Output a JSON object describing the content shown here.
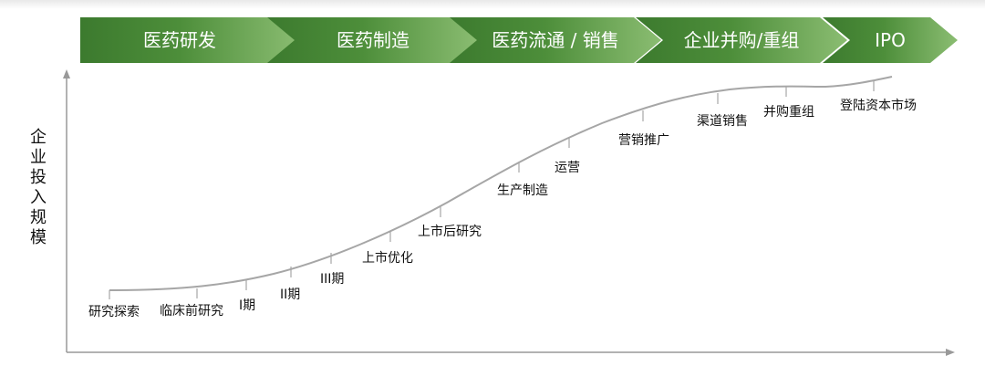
{
  "banner": {
    "phases": [
      "医药研发",
      "医药制造",
      "医药流通 / 销售",
      "企业并购/重组",
      "IPO"
    ],
    "colors": {
      "dark": "#3c7a2e",
      "light": "#8bbd72"
    }
  },
  "axis": {
    "y_title": [
      "企",
      "业",
      "投",
      "入",
      "规",
      "模"
    ]
  },
  "curve": {
    "color": "#a6a6a6",
    "axis_color": "#999999"
  },
  "stages": [
    "研究探索",
    "临床前研究",
    "I期",
    "II期",
    "III期",
    "上市优化",
    "上市后研究",
    "生产制造",
    "运营",
    "营销推广",
    "渠道销售",
    "并购重组",
    "登陆资本市场"
  ]
}
